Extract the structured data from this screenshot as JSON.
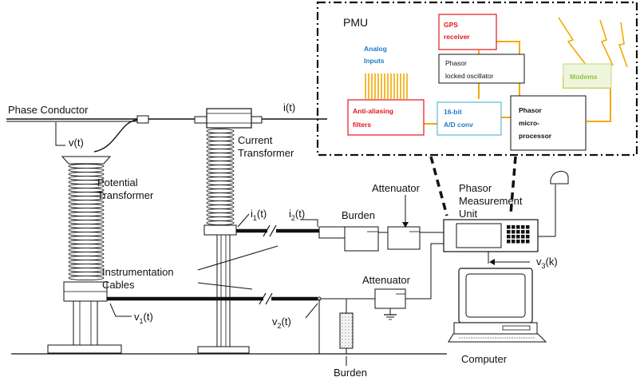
{
  "pmu_inset": {
    "title": "PMU",
    "analog_inputs": [
      "Analog",
      "Inputs"
    ],
    "gps": [
      "GPS",
      "receiver"
    ],
    "oscillator": [
      "Phasor",
      "locked oscillator"
    ],
    "modems": "Modems",
    "anti_aliasing": [
      "Anti-aliasing",
      "filters"
    ],
    "adc": [
      "16-bit",
      "A/D conv"
    ],
    "microprocessor": [
      "Phasor",
      "micro-",
      "processor"
    ],
    "colors": {
      "accent_line": "#f2a900",
      "red_text": "#e4141b",
      "blue_text": "#1f7bc4",
      "green_text": "#8cc43c",
      "gps_box": "#e4141b",
      "filter_box": "#e4141b",
      "adc_box": "#5fb6d6",
      "modem_box": "#c8e08a"
    }
  },
  "labels": {
    "phase_conductor": "Phase Conductor",
    "it": "i(t)",
    "vt": "v(t)",
    "current_transformer": [
      "Current",
      "Transformer"
    ],
    "potential_transformer": [
      "Potential",
      "Transformer"
    ],
    "i1": "i",
    "i1_sub": "1",
    "i2": "i",
    "i2_sub": "2",
    "t_suffix": "(t)",
    "burden_top": "Burden",
    "attenuator_top": "Attenuator",
    "pmu": [
      "Phasor",
      "Measurement",
      "Unit"
    ],
    "instrumentation": [
      "Instrumentation",
      "Cables"
    ],
    "attenuator_bottom": "Attenuator",
    "v3": "v",
    "v3_sub": "3",
    "k_suffix": "(k)",
    "v1": "v",
    "v1_sub": "1",
    "v2": "v",
    "v2_sub": "2",
    "burden_bottom": "Burden",
    "computer": "Computer"
  }
}
